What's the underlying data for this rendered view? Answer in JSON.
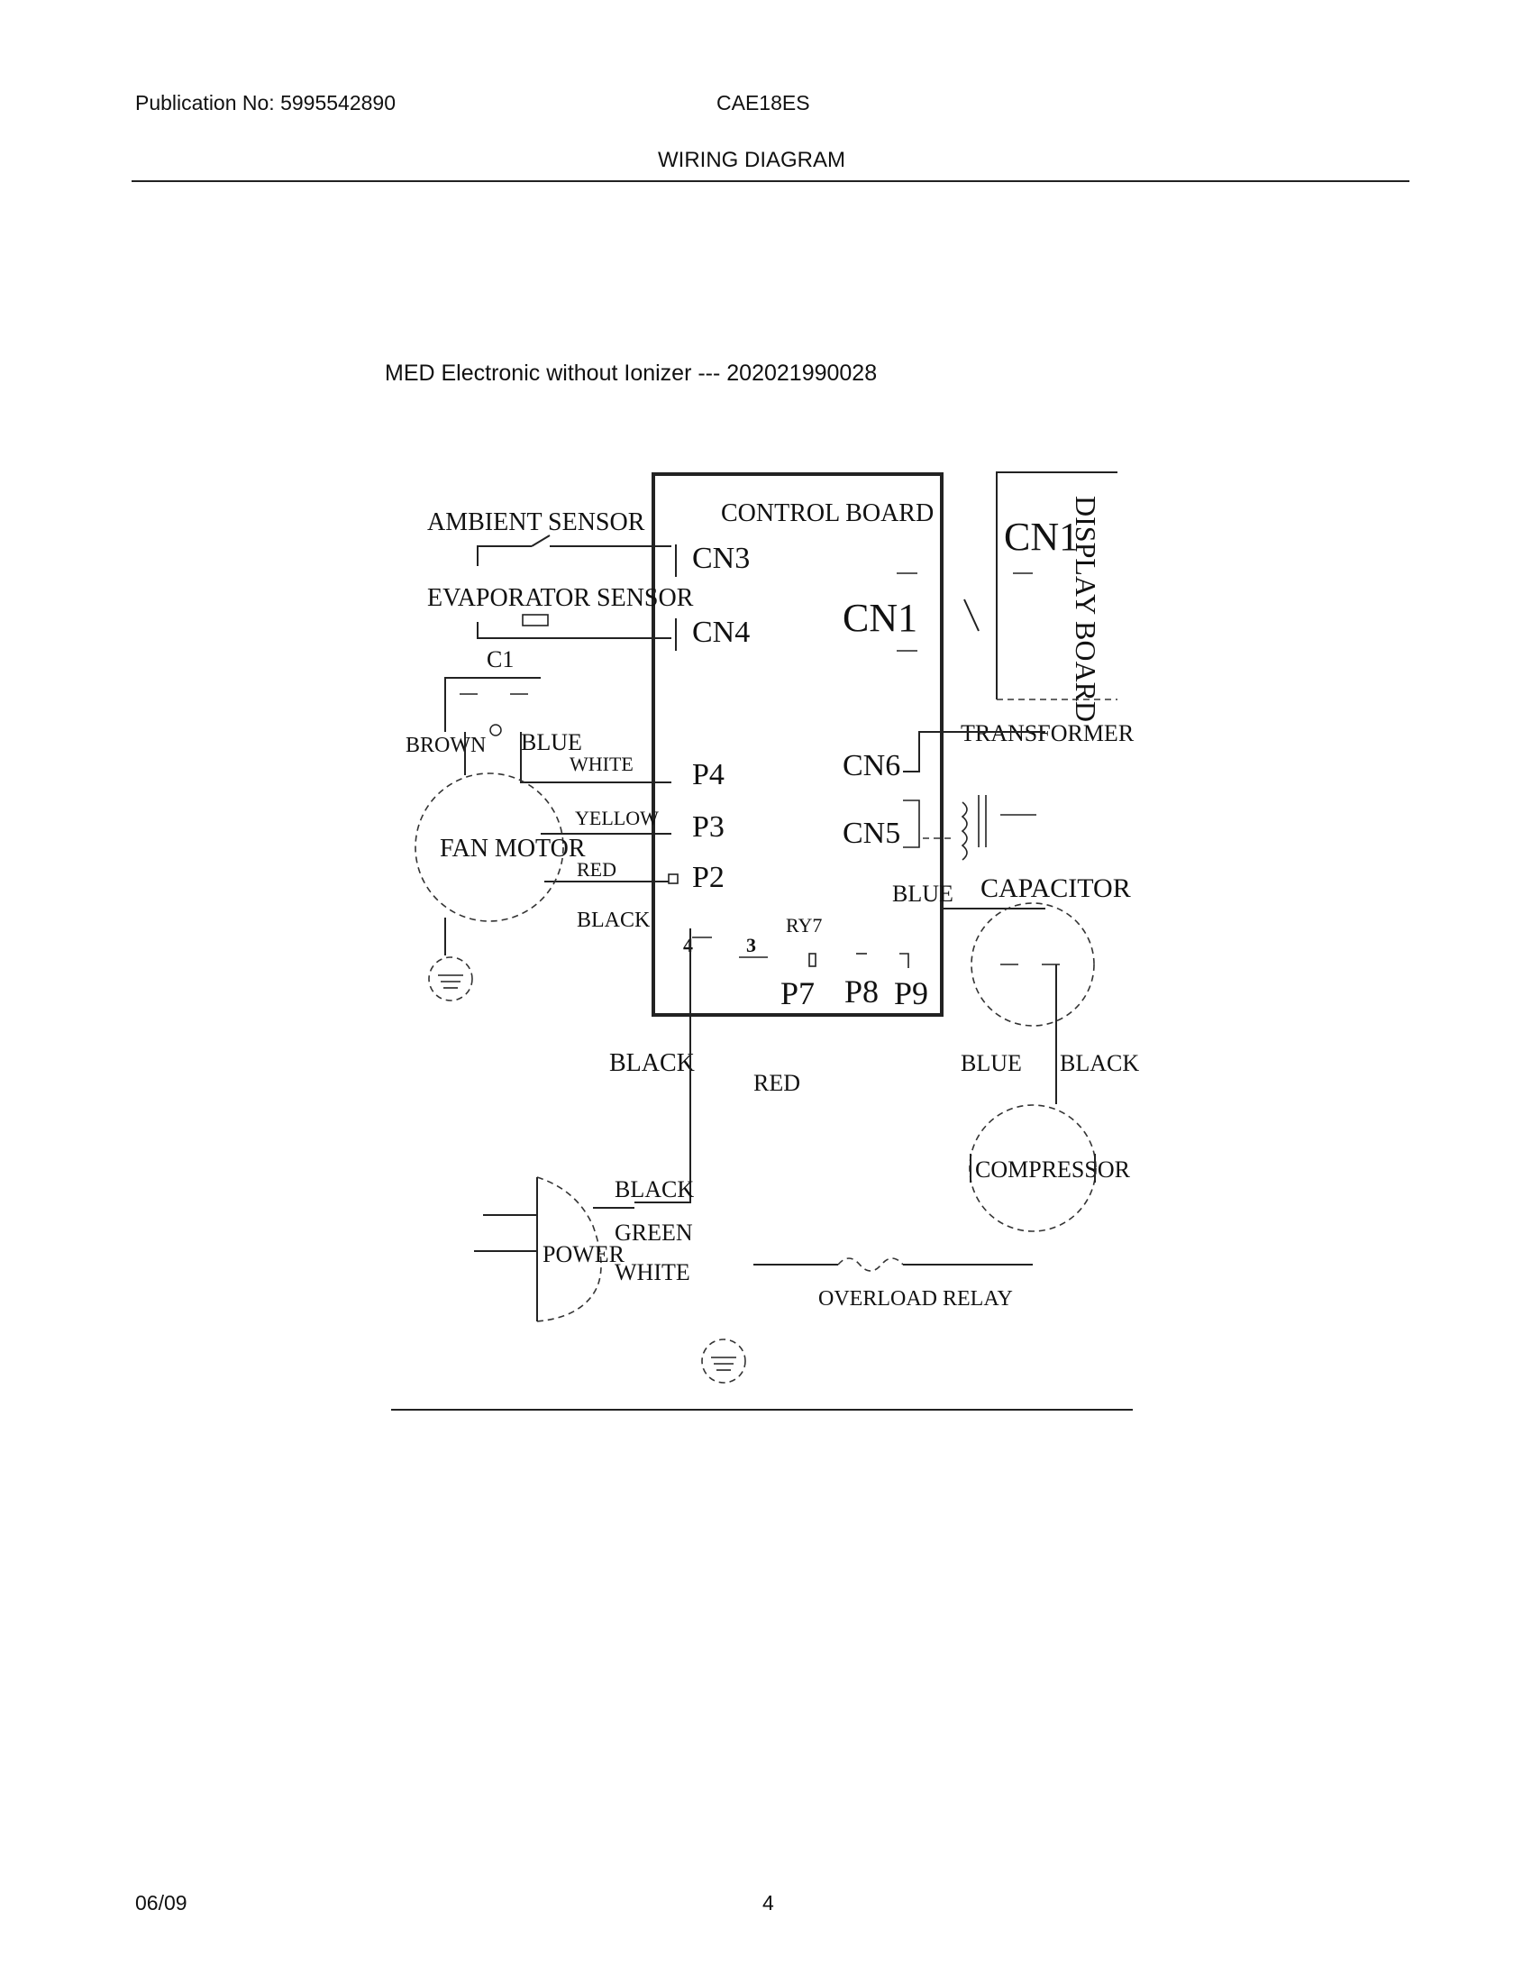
{
  "header": {
    "publication": "Publication No: 5995542890",
    "model": "CAE18ES",
    "section_title": "WIRING DIAGRAM"
  },
  "diagram": {
    "subtitle": "MED Electronic without Ionizer --- 202021990028",
    "control_board": {
      "title": "CONTROL BOARD",
      "connectors": [
        "CN3",
        "CN4",
        "CN1",
        "CN6",
        "CN5",
        "P4",
        "P3",
        "P2",
        "RY7",
        "4",
        "3",
        "P7",
        "P8",
        "P9"
      ]
    },
    "display_board": {
      "title": "DISPLAY BOARD",
      "connector": "CN1"
    },
    "components": {
      "ambient_sensor": "AMBIENT SENSOR",
      "evaporator_sensor": "EVAPORATOR SENSOR",
      "c1": "C1",
      "fan_motor": "FAN MOTOR",
      "transformer": "TRANSFORMER",
      "capacitor": "CAPACITOR",
      "compressor": "COMPRESSOR",
      "power": "POWER",
      "overload_relay": "OVERLOAD RELAY"
    },
    "wire_labels": {
      "brown": "BROWN",
      "blue_fan": "BLUE",
      "white_fan": "WHITE",
      "yellow": "YELLOW",
      "red_fan": "RED",
      "black_fan": "BLACK",
      "blue_cap": "BLUE",
      "black_board": "BLACK",
      "red_board": "RED",
      "blue_comp": "BLUE",
      "black_comp": "BLACK",
      "black_power": "BLACK",
      "green_power": "GREEN",
      "white_power": "WHITE"
    }
  },
  "footer": {
    "date": "06/09",
    "page": "4"
  }
}
